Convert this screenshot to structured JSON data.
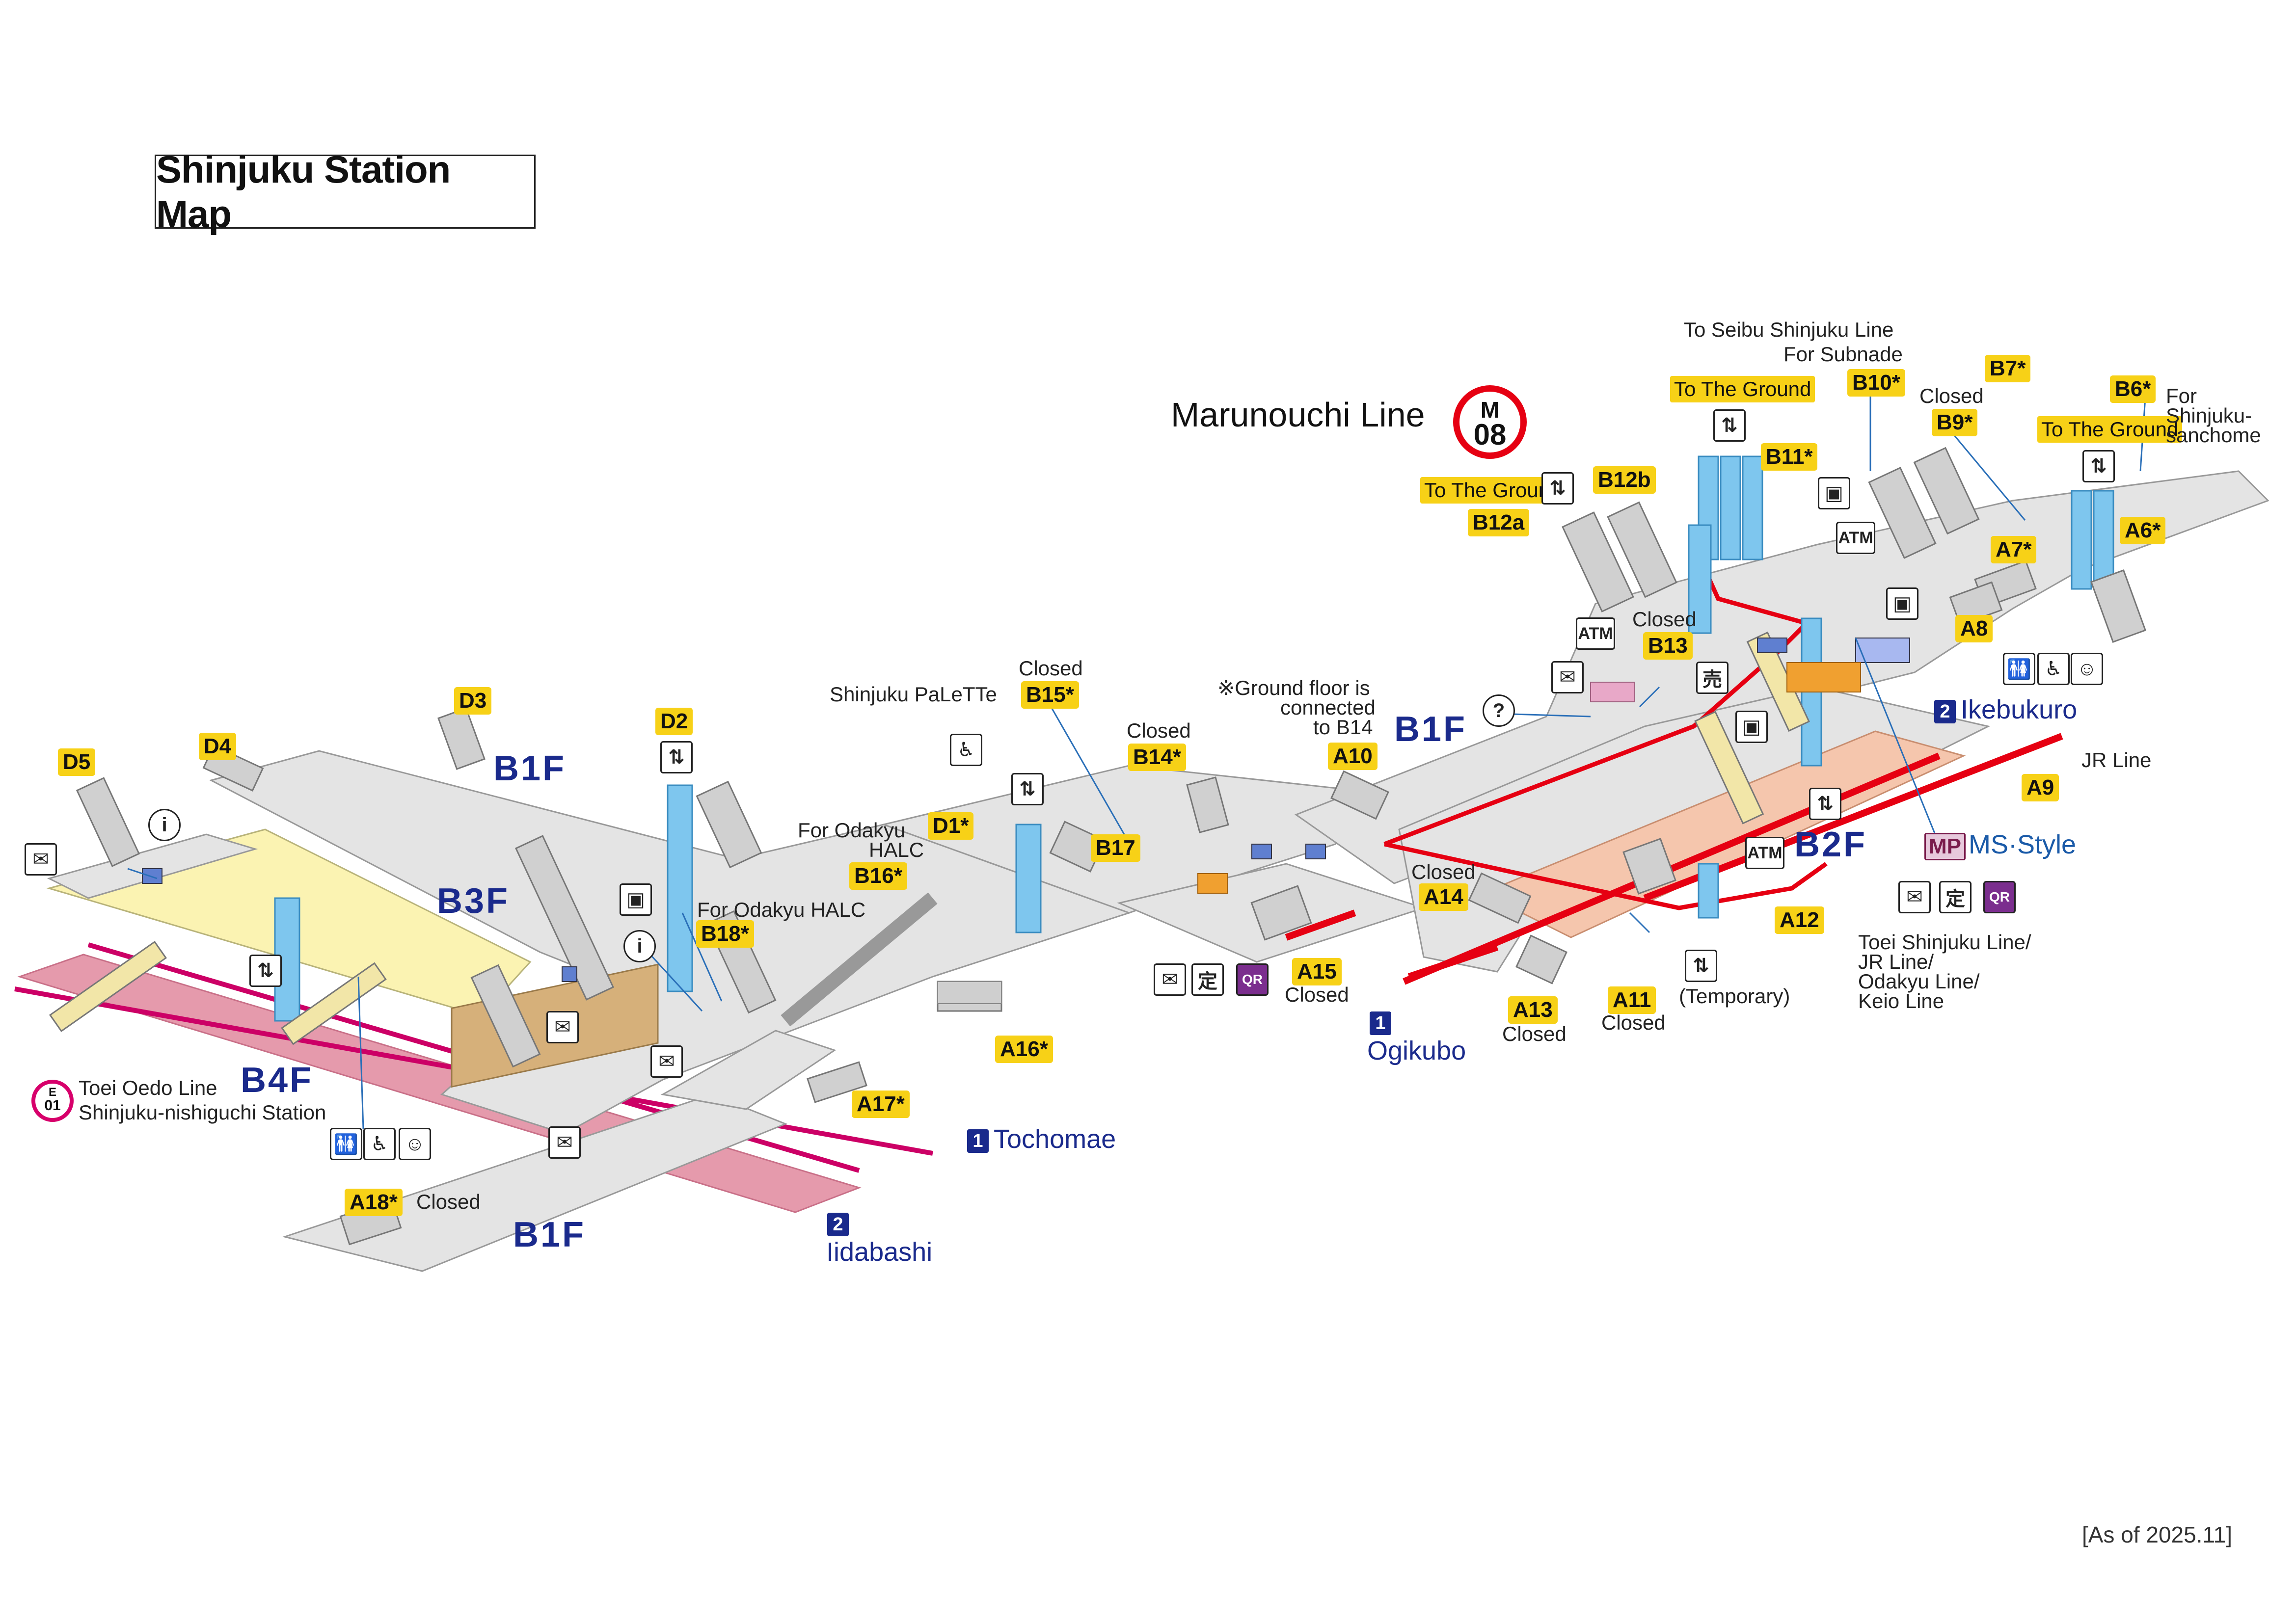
{
  "title": "Shinjuku Station Map",
  "line": {
    "name": "Marunouchi Line",
    "code_letter": "M",
    "code_number": "08",
    "color": "#e60012"
  },
  "floors": {
    "b1f_a": "B1F",
    "b1f_b": "B1F",
    "b1f_c": "B1F",
    "b3f": "B3F",
    "b4f": "B4F",
    "b2f": "B2F"
  },
  "exits": {
    "D5": "D5",
    "D4": "D4",
    "D3": "D3",
    "D2": "D2",
    "D1": "D1*",
    "B18": "B18*",
    "B17": "B17",
    "B16": "B16*",
    "B15": "B15*",
    "B14": "B14*",
    "B13": "B13",
    "B12a": "B12a",
    "B12b": "B12b",
    "B11": "B11*",
    "B10": "B10*",
    "B9": "B9*",
    "B7": "B7*",
    "B6": "B6*",
    "A6": "A6*",
    "A7": "A7*",
    "A8": "A8",
    "A9": "A9",
    "A10": "A10",
    "A11": "A11",
    "A12": "A12",
    "A13": "A13",
    "A14": "A14",
    "A15": "A15",
    "A16": "A16*",
    "A17": "A17*",
    "A18": "A18*"
  },
  "ground_labels": {
    "g1": "To The Ground",
    "g2": "To The Ground",
    "g3": "To The Ground"
  },
  "labels": {
    "closed_b15": "Closed",
    "palette": "Shinjuku PaLeTTe",
    "closed_b14": "Closed",
    "ground_note_1": "※Ground floor is",
    "ground_note_2": "connected",
    "ground_note_3": "to B14",
    "closed_b13": "Closed",
    "seibu_1": "To Seibu Shinjuku Line",
    "seibu_2": "For Subnade",
    "closed_b9": "Closed",
    "sanchome_1": "For",
    "sanchome_2": "Shinjuku-",
    "sanchome_3": "sanchome",
    "halc_1": "For Odakyu",
    "halc_2": "HALC",
    "halc_b18": "For Odakyu HALC",
    "closed_a14": "Closed",
    "closed_a15": "Closed",
    "closed_a13": "Closed",
    "closed_a11": "Closed",
    "temporary": "(Temporary)",
    "jr_line": "JR Line",
    "transfer_1": "Toei Shinjuku Line/",
    "transfer_2": "JR Line/",
    "transfer_3": "Odakyu Line/",
    "transfer_4": "Keio Line",
    "oedo_1": "Toei Oedo Line",
    "oedo_2": "Shinjuku-nishiguchi Station",
    "closed_a18": "Closed",
    "oedo_code_letter": "E",
    "oedo_code_number": "01"
  },
  "destinations": {
    "tochomae": {
      "num": "1",
      "name": "Tochomae"
    },
    "iidabashi": {
      "num": "2",
      "name": "Iidabashi"
    },
    "ikebukuro": {
      "num": "2",
      "name": "Ikebukuro"
    },
    "ogikubo": {
      "num": "1",
      "name": "Ogikubo"
    }
  },
  "shops": {
    "ms_style_logo": "MP",
    "ms_style": "MS·Style"
  },
  "icons": {
    "atm": "ATM",
    "info": "i",
    "help": "?",
    "teiki": "定",
    "qr": "QR"
  },
  "footnote": "[As of 2025.11]"
}
